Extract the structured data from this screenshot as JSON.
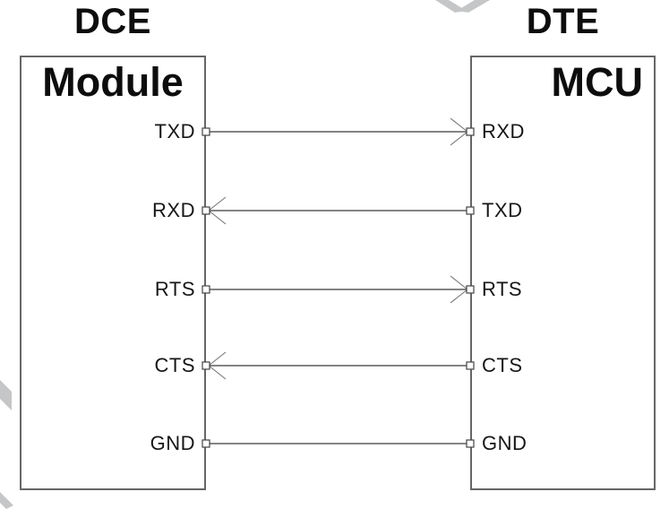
{
  "diagram": {
    "left_device": {
      "role": "DCE",
      "name": "Module",
      "pins": [
        "TXD",
        "RXD",
        "RTS",
        "CTS",
        "GND"
      ]
    },
    "right_device": {
      "role": "DTE",
      "name": "MCU",
      "pins": [
        "RXD",
        "TXD",
        "RTS",
        "CTS",
        "GND"
      ]
    },
    "connections": [
      {
        "from": "Module.TXD",
        "to": "MCU.RXD",
        "direction": "left-to-right"
      },
      {
        "from": "MCU.TXD",
        "to": "Module.RXD",
        "direction": "right-to-left"
      },
      {
        "from": "Module.RTS",
        "to": "MCU.RTS",
        "direction": "left-to-right"
      },
      {
        "from": "MCU.CTS",
        "to": "Module.CTS",
        "direction": "right-to-left"
      },
      {
        "from": "Module.GND",
        "to": "MCU.GND",
        "direction": "none"
      }
    ],
    "colors": {
      "box_border": "#666666",
      "wire": "#5c5c5c",
      "pin_outline": "#444444",
      "text": "#111111",
      "watermark": "#c5c6c7"
    }
  }
}
